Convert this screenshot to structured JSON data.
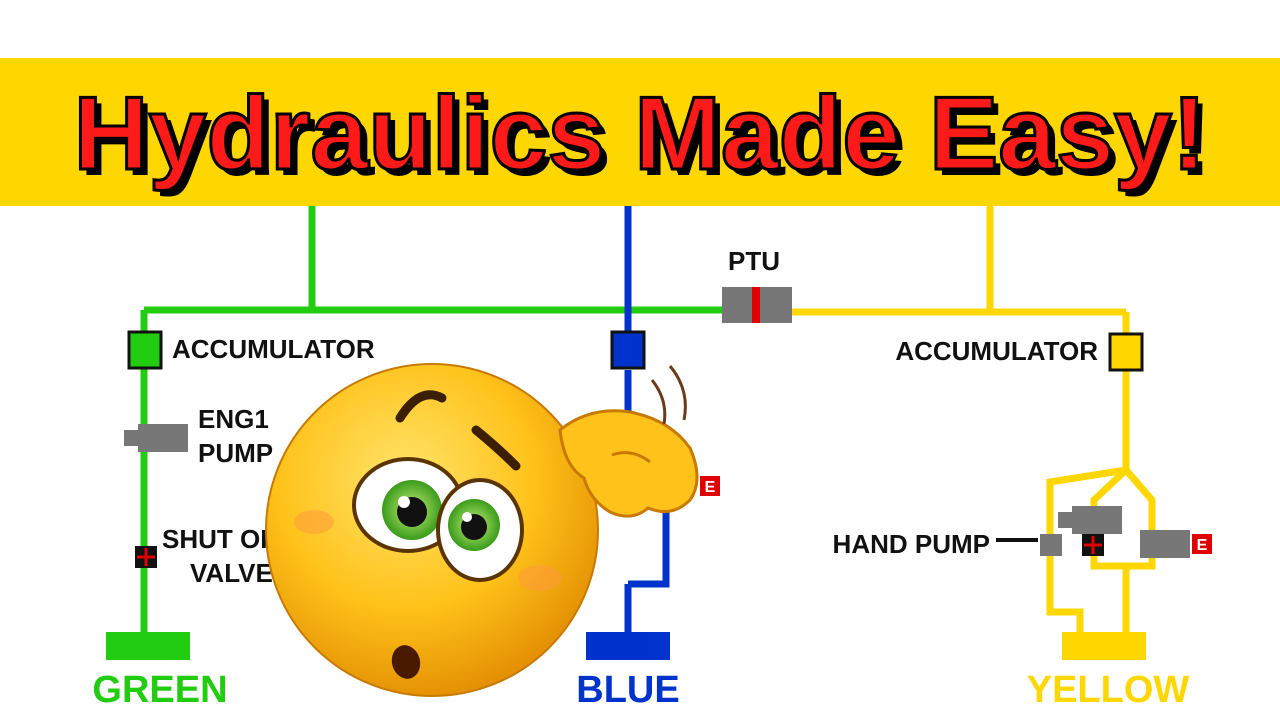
{
  "title": "Hydraulics Made Easy!",
  "labels": {
    "ptu": "PTU",
    "accumulator_green": "ACCUMULATOR",
    "accumulator_yellow": "ACCUMULATOR",
    "eng1_line1": "ENG1",
    "eng1_line2": "PUMP",
    "shutoff_line1": "SHUT OFF",
    "shutoff_line2": "VALVE",
    "hand_pump": "HAND PUMP",
    "elec_marker": "E"
  },
  "systems": [
    {
      "name": "GREEN",
      "color": "#22cc11"
    },
    {
      "name": "BLUE",
      "color": "#0033cc"
    },
    {
      "name": "YELLOW",
      "color": "#ffd700"
    }
  ],
  "colors": {
    "banner": "#ffd700",
    "title_fill": "#ff1a1a",
    "component_grey": "#777777",
    "valve_red": "#e00000"
  },
  "icons": [
    "confused-emoji-icon"
  ]
}
